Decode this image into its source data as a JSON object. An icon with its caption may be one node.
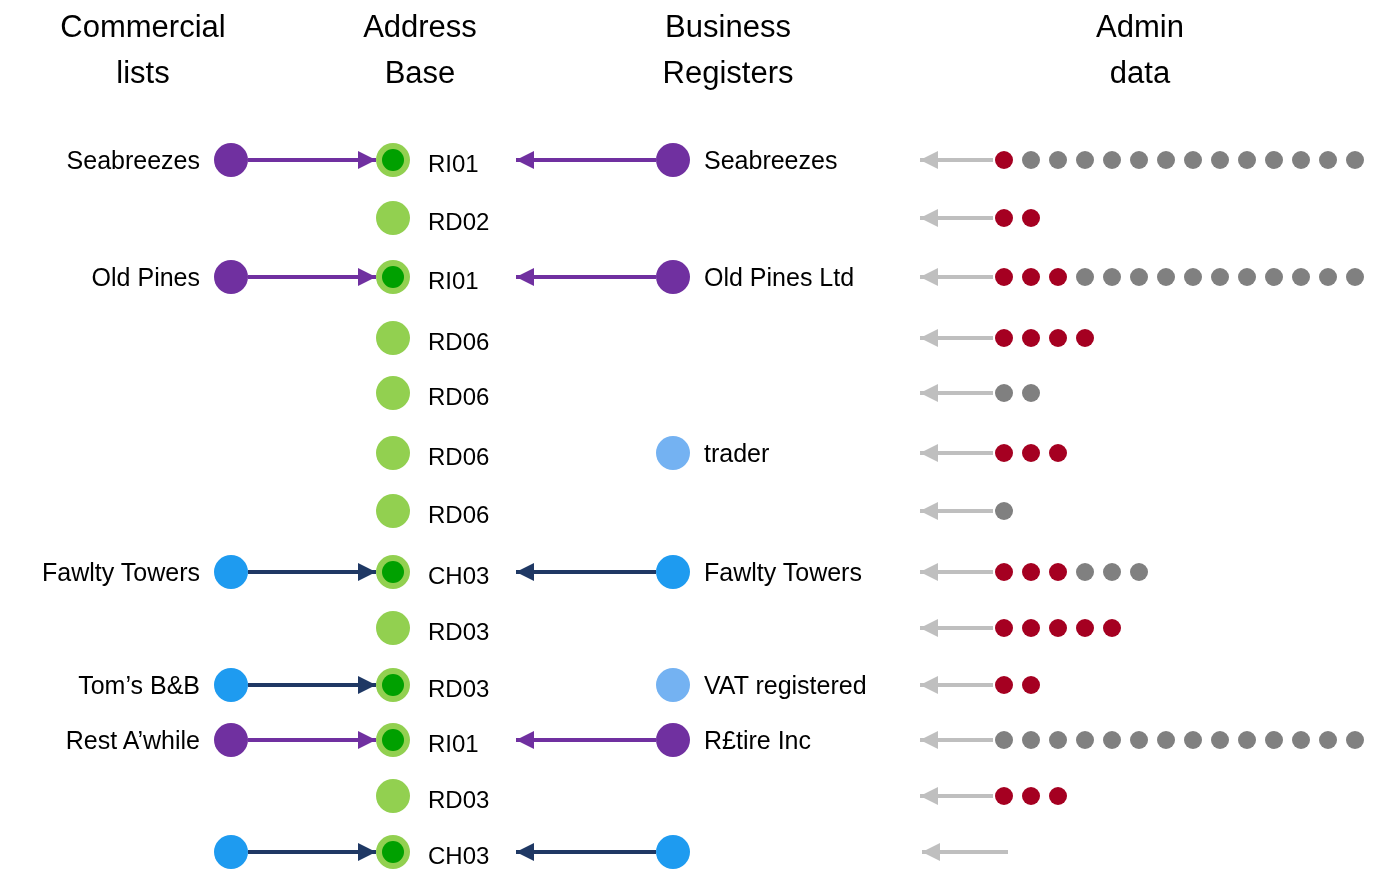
{
  "diagram": {
    "nodes": [
      {
        "text": [
          "Seabreezes"
        ]
      },
      {
        "text": [
          "RI01"
        ]
      },
      {
        "text": [
          "Seabreezes"
        ]
      },
      {
        "text": [],
        "shape": "dots"
      },
      {
        "text": [
          "RD02"
        ]
      },
      {
        "text": [],
        "shape": "dots"
      },
      {
        "text": [
          "Old Pines"
        ]
      },
      {
        "text": [
          "RI01"
        ]
      },
      {
        "text": [
          "Old Pines Ltd"
        ]
      },
      {
        "text": [],
        "shape": "dots"
      },
      {
        "text": [
          "RD06"
        ]
      },
      {
        "text": [],
        "shape": "dots"
      },
      {
        "text": [
          "RD06"
        ]
      },
      {
        "text": [],
        "shape": "dots"
      },
      {
        "text": [
          "RD06"
        ]
      },
      {
        "text": [
          "trader"
        ]
      },
      {
        "text": [],
        "shape": "dots"
      },
      {
        "text": [
          "RD06"
        ]
      },
      {
        "text": [],
        "shape": "dots"
      },
      {
        "text": [
          "Fawlty Towers"
        ]
      },
      {
        "text": [
          "CH03"
        ]
      },
      {
        "text": [
          "Fawlty Towers"
        ]
      },
      {
        "text": [],
        "shape": "dots"
      },
      {
        "text": [
          "RD03"
        ]
      },
      {
        "text": [],
        "shape": "dots"
      },
      {
        "text": [
          "Tom’s B&B"
        ]
      },
      {
        "text": [
          "RD03"
        ]
      },
      {
        "text": [
          "VAT registered"
        ]
      },
      {
        "text": [],
        "shape": "dots"
      },
      {
        "text": [
          "Rest A’while"
        ]
      },
      {
        "text": [
          "RI01"
        ]
      },
      {
        "text": [
          "R£tire Inc"
        ]
      },
      {
        "text": [],
        "shape": "dots"
      },
      {
        "text": [
          "RD03"
        ]
      },
      {
        "text": [],
        "shape": "dots"
      },
      {
        "text": [],
        "shape": "circle"
      },
      {
        "text": [
          "CH03"
        ]
      },
      {
        "text": [],
        "shape": "circle"
      }
    ],
    "edges": [
      {
        "from": 0,
        "to": 1,
        "arrow": "to",
        "color": "#7030a0"
      },
      {
        "from": 2,
        "to": 1,
        "arrow": "to",
        "color": "#7030a0"
      },
      {
        "from": 3,
        "to": null,
        "arrow": "to"
      },
      {
        "from": 5,
        "to": null,
        "arrow": "to"
      },
      {
        "from": 6,
        "to": 7,
        "arrow": "to",
        "color": "#7030a0"
      },
      {
        "from": 8,
        "to": 7,
        "arrow": "to",
        "color": "#7030a0"
      },
      {
        "from": 9,
        "to": null,
        "arrow": "to"
      },
      {
        "from": 11,
        "to": null,
        "arrow": "to"
      },
      {
        "from": 13,
        "to": null,
        "arrow": "to"
      },
      {
        "from": 16,
        "to": null,
        "arrow": "to"
      },
      {
        "from": 18,
        "to": null,
        "arrow": "to"
      },
      {
        "from": 19,
        "to": 20,
        "arrow": "to",
        "color": "#1f3864"
      },
      {
        "from": 21,
        "to": 20,
        "arrow": "to",
        "color": "#1f3864"
      },
      {
        "from": 22,
        "to": null,
        "arrow": "to"
      },
      {
        "from": 24,
        "to": null,
        "arrow": "to"
      },
      {
        "from": 25,
        "to": 26,
        "arrow": "to",
        "color": "#1f3864"
      },
      {
        "from": 28,
        "to": null,
        "arrow": "to"
      },
      {
        "from": 29,
        "to": 30,
        "arrow": "to",
        "color": "#7030a0"
      },
      {
        "from": 31,
        "to": 30,
        "arrow": "to",
        "color": "#7030a0"
      },
      {
        "from": 32,
        "to": null,
        "arrow": "to"
      },
      {
        "from": 34,
        "to": null,
        "arrow": "to"
      },
      {
        "from": 35,
        "to": 36,
        "arrow": "to",
        "color": "#1f3864"
      },
      {
        "from": 37,
        "to": 36,
        "arrow": "to",
        "color": "#1f3864"
      }
    ],
    "labels": [
      "Commercial lists",
      "Address Base",
      "Business Registers",
      "Admin data"
    ]
  }
}
